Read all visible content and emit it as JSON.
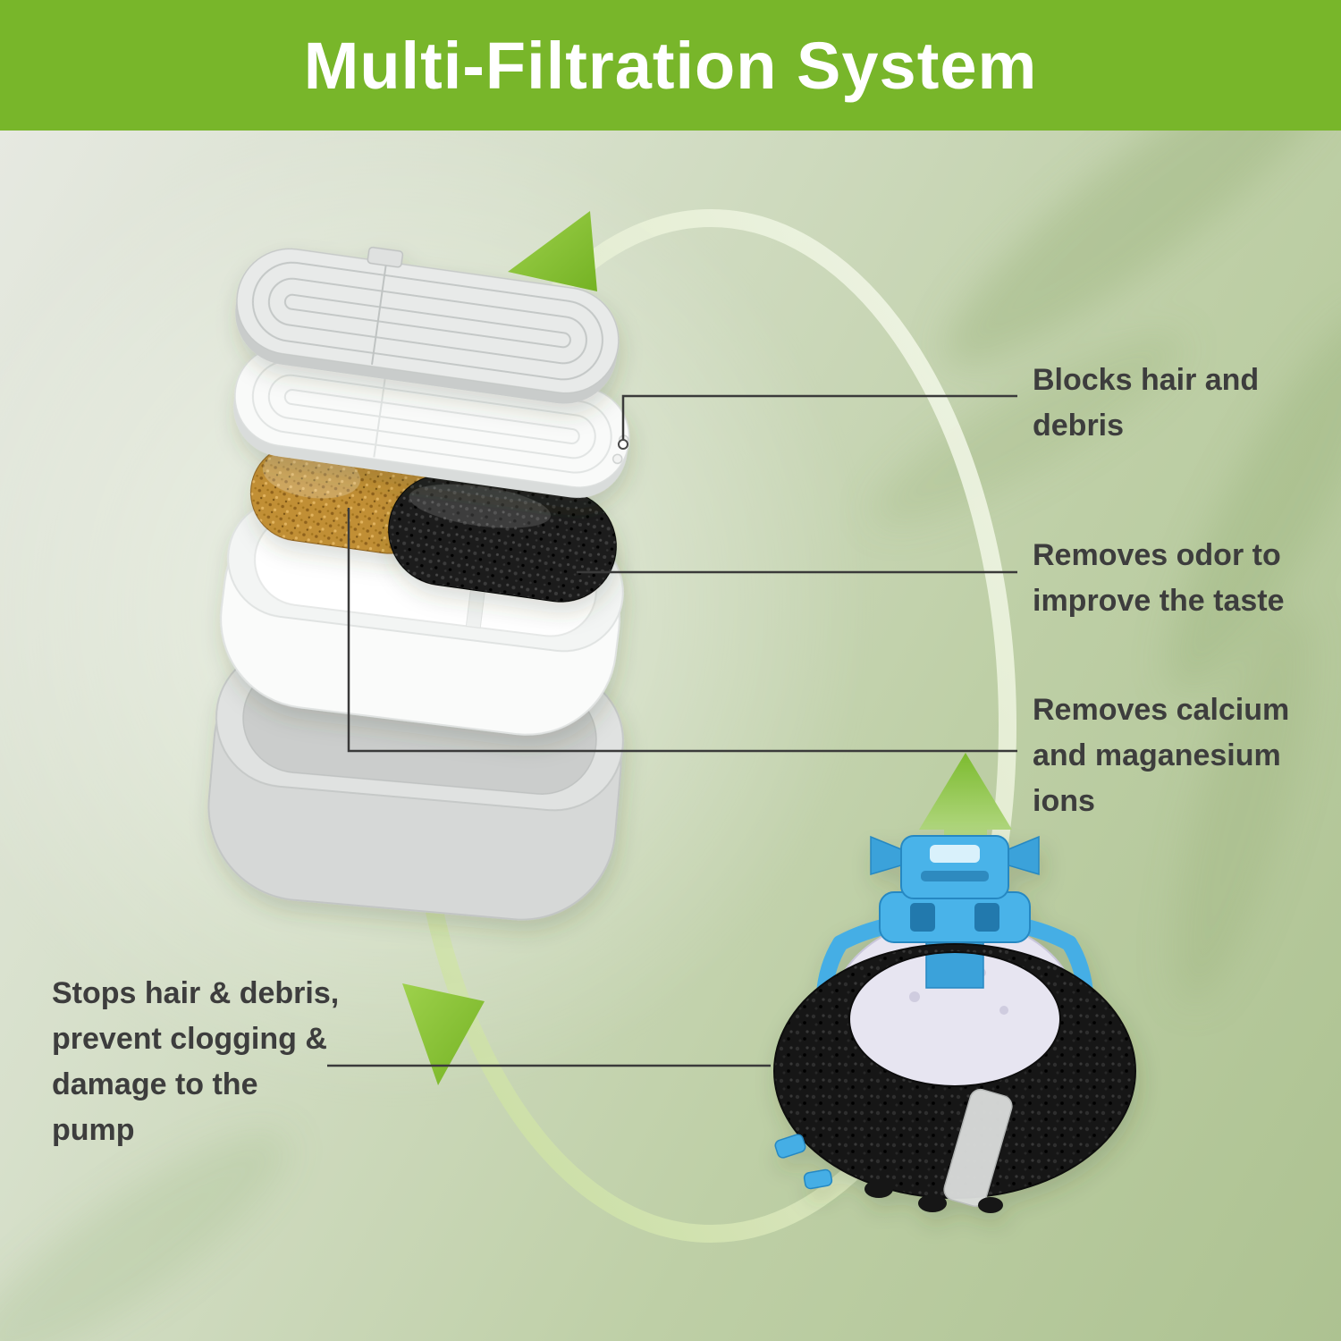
{
  "header": {
    "title": "Multi-Filtration System"
  },
  "annotations": {
    "blocks_hair": {
      "text": "Blocks hair and debris",
      "lines": [
        "Blocks hair and",
        "debris"
      ]
    },
    "removes_odor": {
      "text": "Removes odor to improve the taste",
      "lines": [
        "Removes odor to",
        "improve the taste"
      ]
    },
    "removes_calcium": {
      "text": "Removes calcium and maganesium ions",
      "lines": [
        "Removes calcium",
        "and maganesium",
        "ions"
      ]
    },
    "stops_hair": {
      "text": "Stops hair & debris, prevent clogging & damage to the pump",
      "lines": [
        "Stops hair & debris,",
        "prevent clogging &",
        "damage to the",
        "pump"
      ]
    }
  },
  "colors": {
    "header_bg": "#78b62a",
    "accent_green": "#8dc63f",
    "annotation_text": "#3d3d3d",
    "pump_blue": "#4ab3e9",
    "carbon_black": "#1c1c1c",
    "resin_orange": "#c18f35",
    "background_green": "#bccda4"
  }
}
